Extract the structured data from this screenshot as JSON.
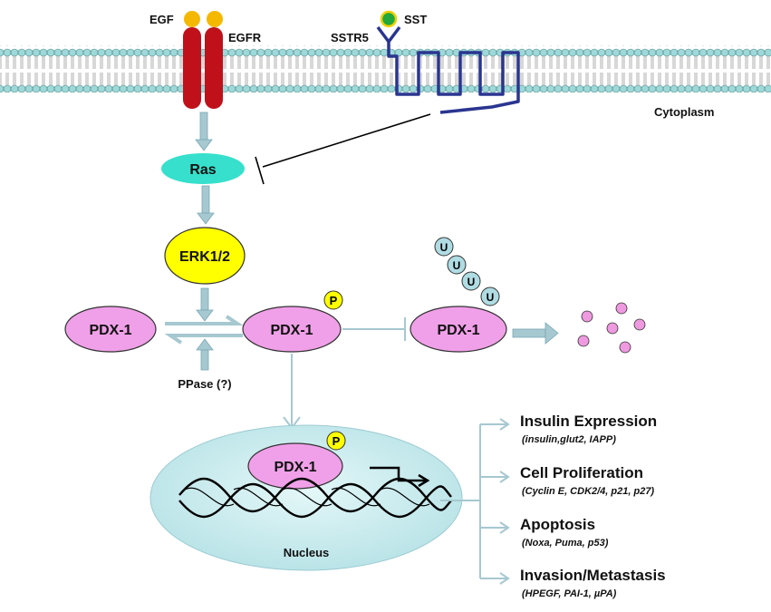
{
  "membrane": {
    "cytoplasm_label": "Cytoplasm"
  },
  "receptors": {
    "egf_label": "EGF",
    "egfr_label": "EGFR",
    "sstr5_label": "SSTR5",
    "sst_label": "SST"
  },
  "nodes": {
    "ras": "Ras",
    "erk": "ERK1/2",
    "pdx_left": "PDX-1",
    "pdx_mid": "PDX-1",
    "pdx_right": "PDX-1",
    "pdx_nucleus": "PDX-1",
    "phospho": "P",
    "ubiquitin": "U",
    "ppase": "PPase (?)",
    "nucleus": "Nucleus"
  },
  "outcomes": [
    {
      "title": "Insulin Expression",
      "genes": "(insulin,glut2, IAPP)"
    },
    {
      "title": "Cell Proliferation",
      "genes": "(Cyclin E, CDK2/4, p21, p27)"
    },
    {
      "title": "Apoptosis",
      "genes": "(Noxa, Puma, p53)"
    },
    {
      "title": "Invasion/Metastasis",
      "genes": "(HPEGF, PAI-1, µPA)"
    }
  ],
  "colors": {
    "egf": "#f5b800",
    "egfr": "#c0111a",
    "sstr5": "#2a3590",
    "sst": "#22a83c",
    "ras": "#36e0cc",
    "erk": "#ffff00",
    "pdx": "#f0a0e8",
    "phospho": "#ffff00",
    "ubiquitin": "#b0dce4",
    "nucleus": "#c8ecef",
    "arrow": "#a6c8d0",
    "degraded": "#ee99e0"
  }
}
